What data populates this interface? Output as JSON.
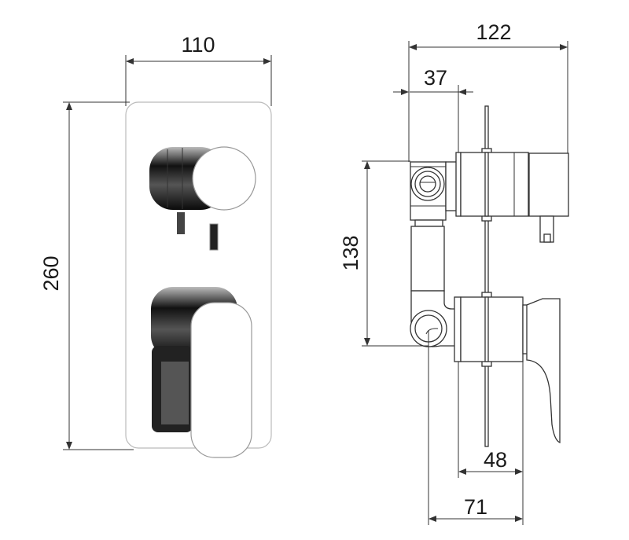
{
  "dimensions": {
    "front_width": "110",
    "front_height": "260",
    "side_depth_total": "122",
    "side_depth_body": "37",
    "side_spacing": "138",
    "side_lever_depth": "48",
    "side_outlet_depth": "71"
  },
  "colors": {
    "line": "#333333",
    "chrome_dark": "#1c1c1c",
    "plate": "#ffffff"
  }
}
